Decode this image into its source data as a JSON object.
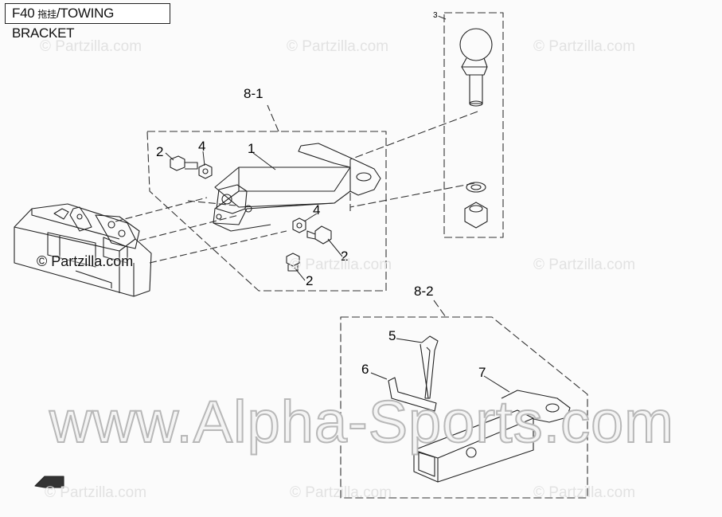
{
  "title": {
    "code": "F40",
    "cjk": "拖挂",
    "text": "/TOWING BRACKET"
  },
  "callouts": {
    "c1": "1",
    "c2a": "2",
    "c2b": "2",
    "c2c": "2",
    "c3": "3",
    "c4a": "4",
    "c4b": "4",
    "c5": "5",
    "c6": "6",
    "c7": "7",
    "c81": "8-1",
    "c82": "8-2"
  },
  "watermarks": {
    "partzilla": "© Partzilla.com",
    "alpha": "www.Alpha-Sports.com"
  },
  "colors": {
    "line": "#222222",
    "dash": "#333333",
    "watermark": "#e2e2e2"
  },
  "icons": {
    "direction": "fd-arrow-icon"
  }
}
